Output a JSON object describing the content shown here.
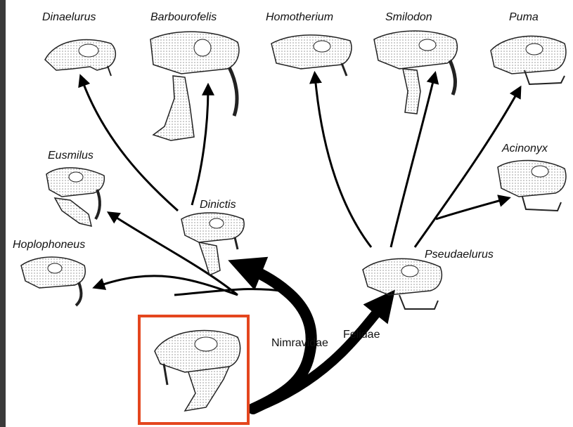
{
  "taxa": {
    "dinaelurus": "Dinaelurus",
    "barbourofelis": "Barbourofelis",
    "homotherium": "Homotherium",
    "smilodon": "Smilodon",
    "puma": "Puma",
    "eusmilus": "Eusmilus",
    "acinonyx": "Acinonyx",
    "dinictis": "Dinictis",
    "hoplophoneus": "Hoplophoneus",
    "pseudaelurus": "Pseudaelurus"
  },
  "clades": {
    "nimravidae": "Nimravidae",
    "felidae": "Felidae"
  },
  "colors": {
    "highlight_border": "#e4461e",
    "ink": "#111111",
    "frame": "#3a3a3a"
  }
}
